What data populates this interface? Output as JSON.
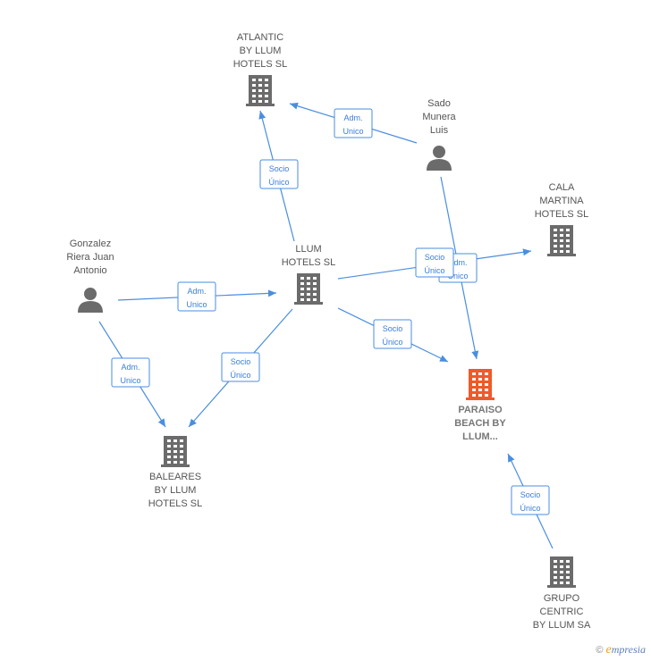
{
  "nodes": [
    {
      "id": "atlantic",
      "type": "company",
      "lines": [
        "ATLANTIC",
        "BY LLUM",
        "HOTELS  SL"
      ]
    },
    {
      "id": "sado",
      "type": "person",
      "lines": [
        "Sado",
        "Munera",
        "Luis"
      ]
    },
    {
      "id": "cala",
      "type": "company",
      "lines": [
        "CALA",
        "MARTINA",
        "HOTELS  SL"
      ]
    },
    {
      "id": "gonzalez",
      "type": "person",
      "lines": [
        "Gonzalez",
        "Riera Juan",
        "Antonio"
      ]
    },
    {
      "id": "llum",
      "type": "company",
      "lines": [
        "LLUM",
        "HOTELS  SL"
      ]
    },
    {
      "id": "paraiso",
      "type": "company-focus",
      "lines": [
        "PARAISO",
        "BEACH BY",
        "LLUM..."
      ]
    },
    {
      "id": "baleares",
      "type": "company",
      "lines": [
        "BALEARES",
        "BY LLUM",
        "HOTELS  SL"
      ]
    },
    {
      "id": "grupo",
      "type": "company",
      "lines": [
        "GRUPO",
        "CENTRIC",
        "BY LLUM SA"
      ]
    }
  ],
  "edges": [
    {
      "from": "sado",
      "to": "atlantic",
      "label": [
        "Adm.",
        "Unico"
      ]
    },
    {
      "from": "llum",
      "to": "atlantic",
      "label": [
        "Socio",
        "Único"
      ]
    },
    {
      "from": "sado",
      "to": "paraiso",
      "label": [
        "Adm.",
        "Unico"
      ]
    },
    {
      "from": "llum",
      "to": "cala",
      "label": [
        "Socio",
        "Único"
      ]
    },
    {
      "from": "gonzalez",
      "to": "llum",
      "label": [
        "Adm.",
        "Unico"
      ]
    },
    {
      "from": "llum",
      "to": "paraiso",
      "label": [
        "Socio",
        "Único"
      ]
    },
    {
      "from": "gonzalez",
      "to": "baleares",
      "label": [
        "Adm.",
        "Unico"
      ]
    },
    {
      "from": "llum",
      "to": "baleares",
      "label": [
        "Socio",
        "Único"
      ]
    },
    {
      "from": "grupo",
      "to": "paraiso",
      "label": [
        "Socio",
        "Único"
      ]
    }
  ],
  "colors": {
    "edge": "#4a8ee0",
    "building": "#6b6b6b",
    "focus": "#f05a28",
    "person": "#6b6b6b"
  },
  "watermark": {
    "symbol": "©",
    "brand_initial": "e",
    "brand_rest": "mpresia"
  }
}
